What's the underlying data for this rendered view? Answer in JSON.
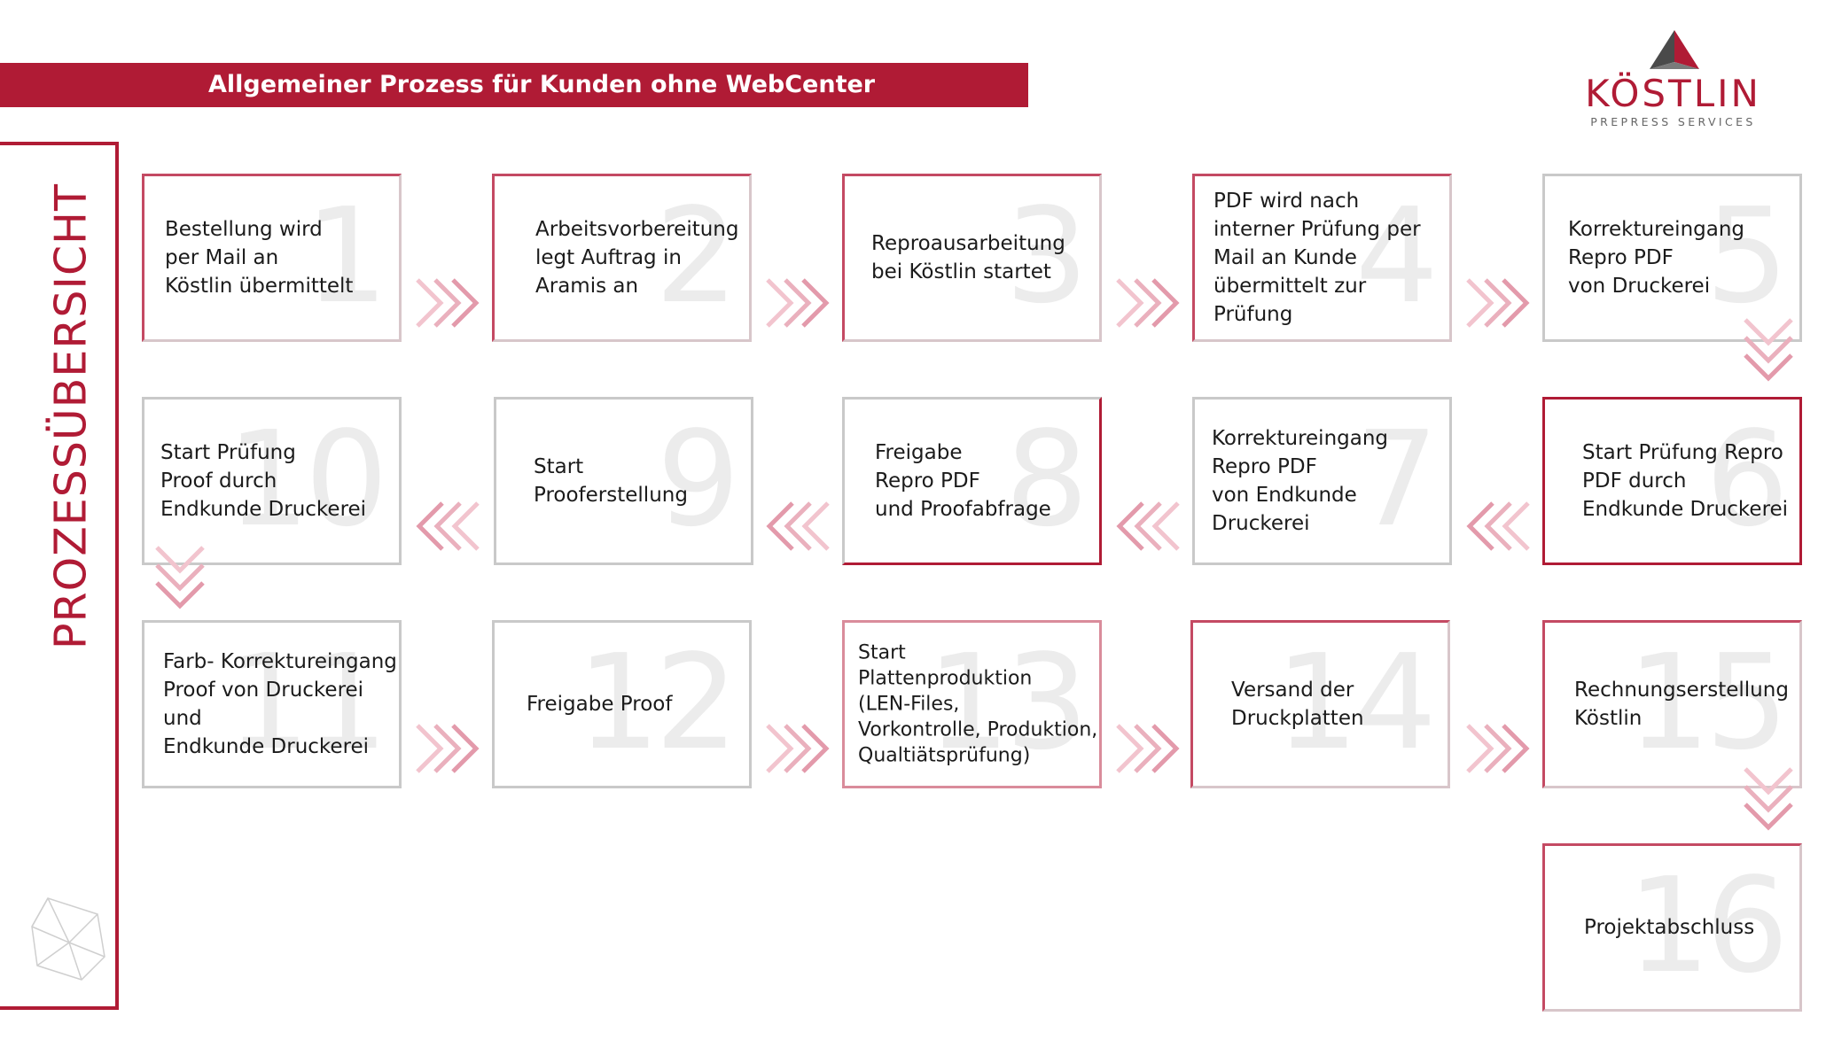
{
  "header": {
    "title": "Allgemeiner Prozess für Kunden ohne WebCenter"
  },
  "logo": {
    "name": "KÖSTLIN",
    "subtitle": "PREPRESS SERVICES"
  },
  "side": {
    "title": "PROZESSÜBERSICHT"
  },
  "colors": {
    "accent": "#b01b35",
    "number": "#ececec",
    "arrow": "#e8a8b5"
  },
  "steps": [
    {
      "number": "1",
      "text": "Bestellung wird\nper Mail an\nKöstlin übermittelt"
    },
    {
      "number": "2",
      "text": "Arbeitsvorbereitung\nlegt Auftrag in\nAramis an"
    },
    {
      "number": "3",
      "text": "Reproausarbeitung\nbei Köstlin startet"
    },
    {
      "number": "4",
      "text": "PDF wird nach\ninterner Prüfung per\nMail an Kunde\nübermittelt zur Prüfung"
    },
    {
      "number": "5",
      "text": "Korrektureingang\nRepro PDF\nvon Druckerei"
    },
    {
      "number": "6",
      "text": "Start Prüfung Repro\nPDF durch\nEndkunde Druckerei"
    },
    {
      "number": "7",
      "text": "Korrektureingang\nRepro PDF\nvon Endkunde Druckerei"
    },
    {
      "number": "8",
      "text": "Freigabe\nRepro PDF\nund Proofabfrage"
    },
    {
      "number": "9",
      "text": "Start\nProoferstellung"
    },
    {
      "number": "10",
      "text": "Start Prüfung\nProof durch\nEndkunde Druckerei"
    },
    {
      "number": "11",
      "text": "Farb- Korrektureingang\nProof von Druckerei und\nEndkunde Druckerei"
    },
    {
      "number": "12",
      "text": "Freigabe Proof"
    },
    {
      "number": "13",
      "text": "Start\nPlattenproduktion\n(LEN-Files,\nVorkontrolle, Produktion,\nQualtiätsprüfung)"
    },
    {
      "number": "14",
      "text": "Versand der\nDruckplatten"
    },
    {
      "number": "15",
      "text": "Rechnungserstellung\nKöstlin"
    },
    {
      "number": "16",
      "text": "Projektabschluss"
    }
  ],
  "flow": {
    "arrows_right": [
      "1-2",
      "2-3",
      "3-4",
      "4-5",
      "11-12",
      "12-13",
      "13-14",
      "14-15"
    ],
    "arrows_left": [
      "6-7",
      "7-8",
      "8-9",
      "9-10"
    ],
    "arrows_down": [
      "5-6",
      "10-11",
      "15-16"
    ],
    "arrow_icon": "triple-chevron"
  }
}
